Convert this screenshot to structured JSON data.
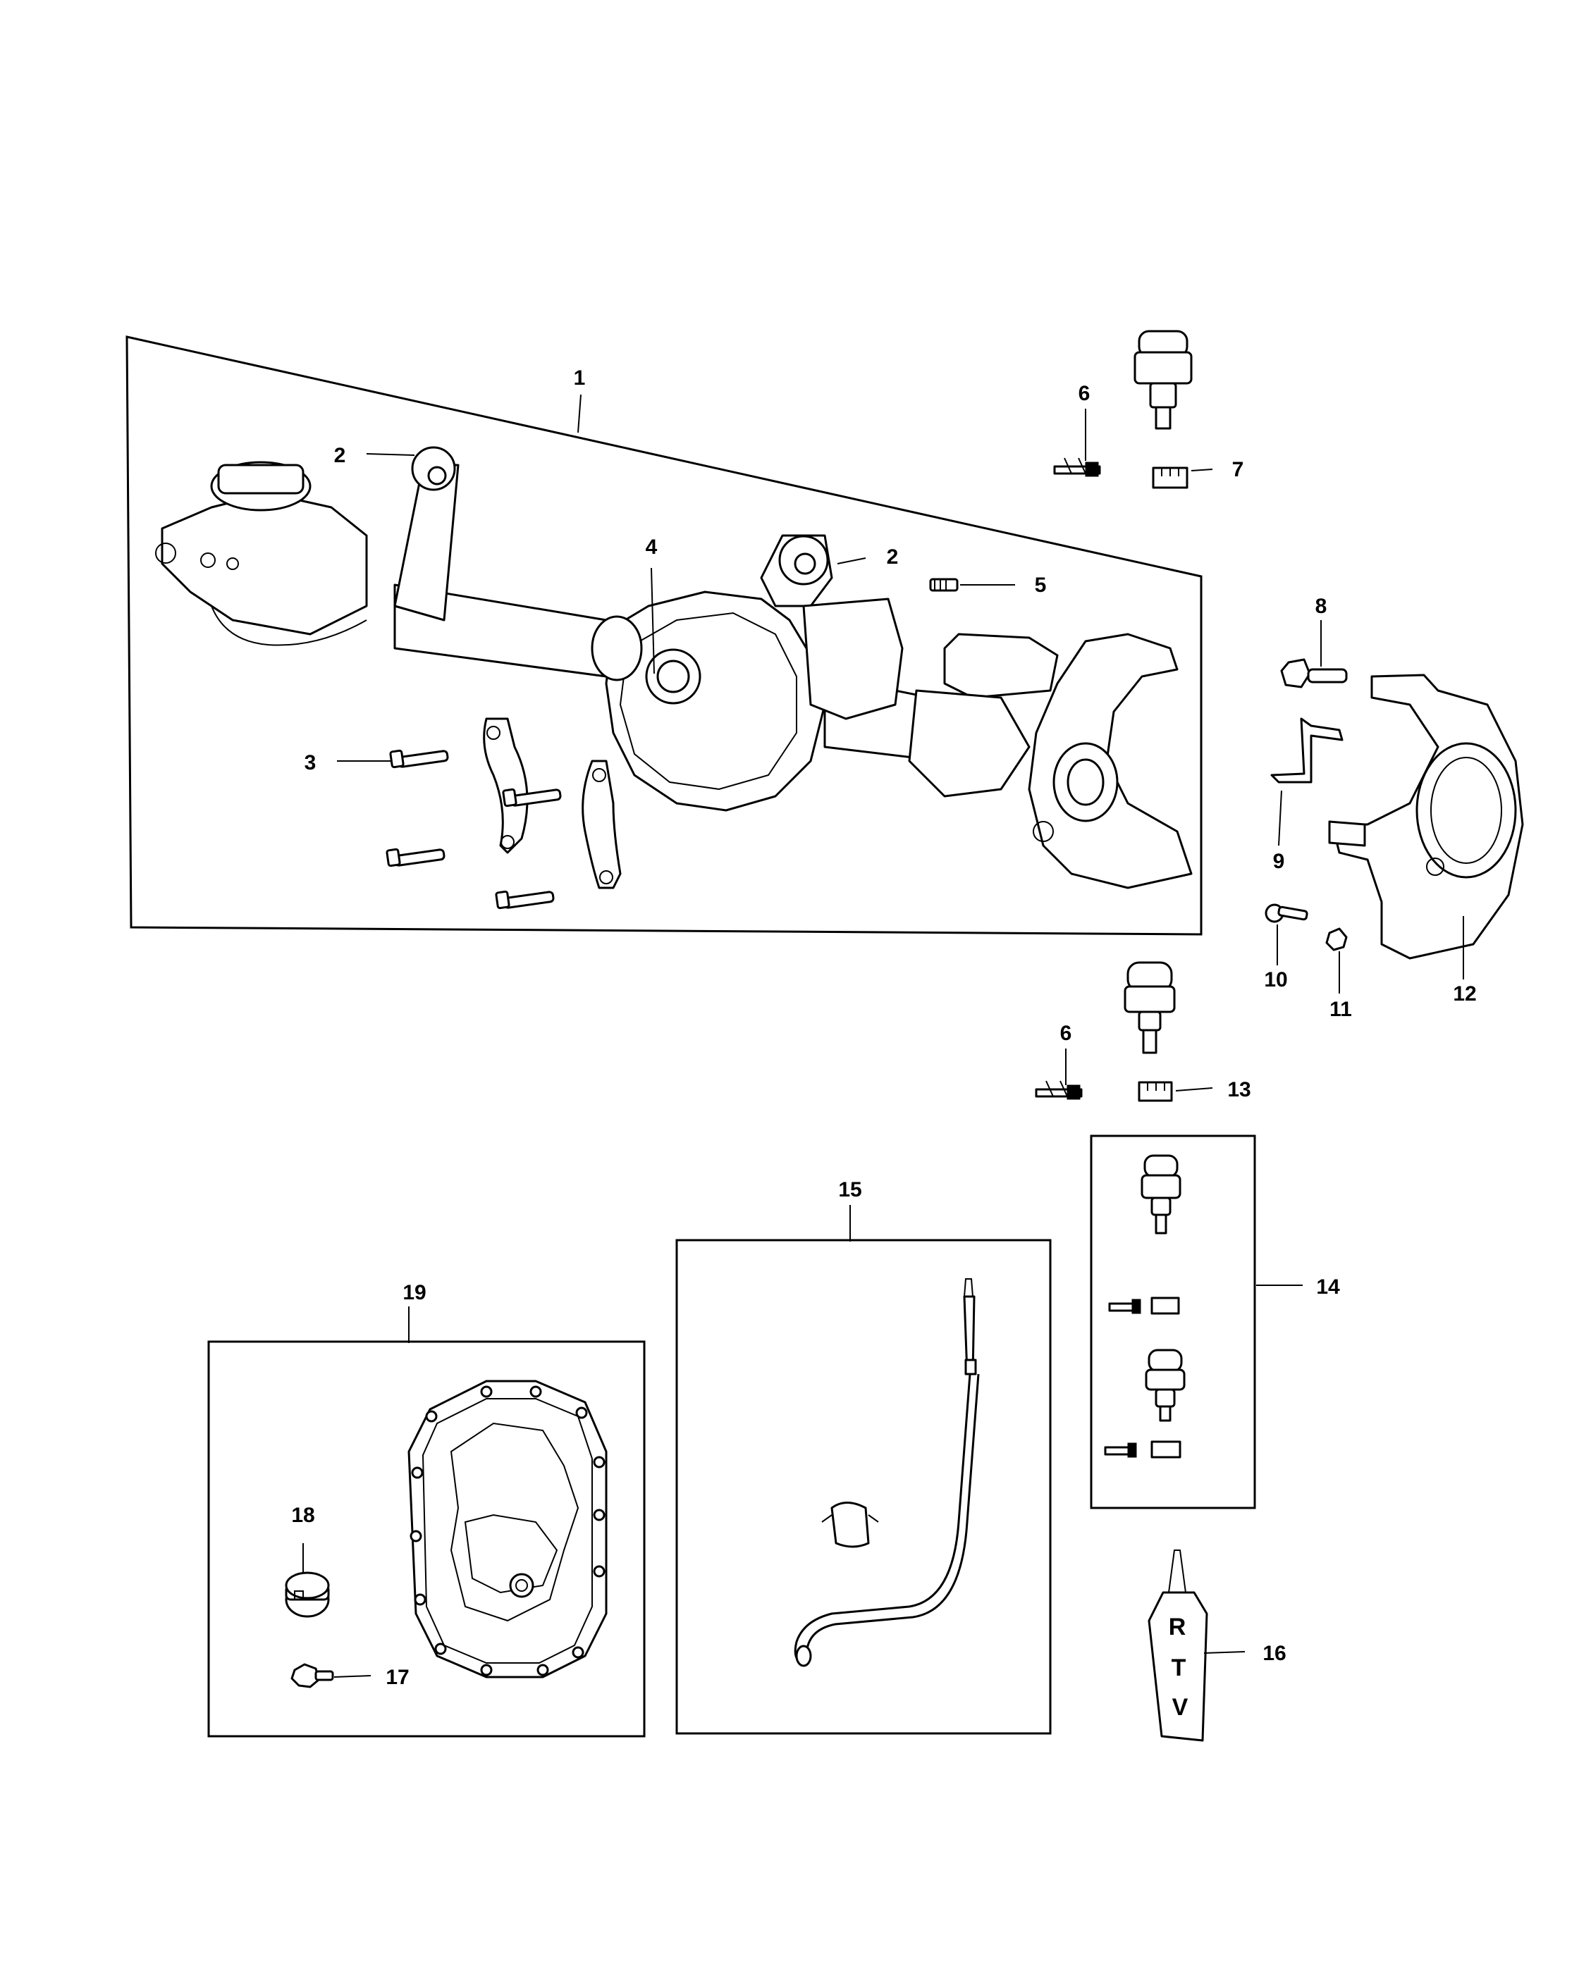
{
  "diagram": {
    "callouts": [
      {
        "id": "c1",
        "label": "1"
      },
      {
        "id": "c2a",
        "label": "2"
      },
      {
        "id": "c2b",
        "label": "2"
      },
      {
        "id": "c3",
        "label": "3"
      },
      {
        "id": "c4",
        "label": "4"
      },
      {
        "id": "c5",
        "label": "5"
      },
      {
        "id": "c6a",
        "label": "6"
      },
      {
        "id": "c7",
        "label": "7"
      },
      {
        "id": "c8",
        "label": "8"
      },
      {
        "id": "c9",
        "label": "9"
      },
      {
        "id": "c10",
        "label": "10"
      },
      {
        "id": "c11",
        "label": "11"
      },
      {
        "id": "c12",
        "label": "12"
      },
      {
        "id": "c6b",
        "label": "6"
      },
      {
        "id": "c13",
        "label": "13"
      },
      {
        "id": "c14",
        "label": "14"
      },
      {
        "id": "c15",
        "label": "15"
      },
      {
        "id": "c16",
        "label": "16"
      },
      {
        "id": "c17",
        "label": "17"
      },
      {
        "id": "c18",
        "label": "18"
      },
      {
        "id": "c19",
        "label": "19"
      }
    ],
    "rtv_tube_text": [
      "R",
      "T",
      "V"
    ]
  }
}
